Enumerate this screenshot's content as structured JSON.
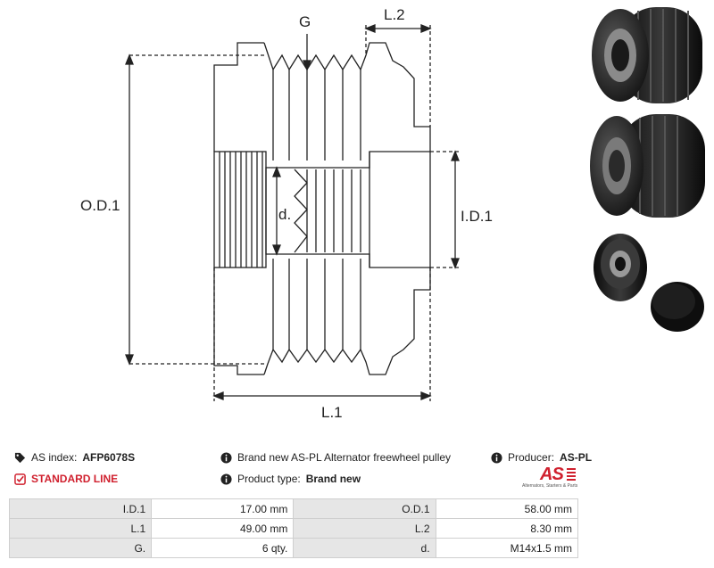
{
  "drawing": {
    "labels": {
      "od": "O.D.1",
      "id": "I.D.1",
      "l1": "L.1",
      "l2": "L.2",
      "g": "G",
      "d": "d."
    }
  },
  "photos": [
    {
      "name": "pulley-front-photo"
    },
    {
      "name": "pulley-back-photo"
    },
    {
      "name": "pulley-with-cap-photo"
    }
  ],
  "info": {
    "as_index_label": "AS index:",
    "as_index_value": "AFP6078S",
    "line_label": "STANDARD LINE",
    "description": "Brand new AS-PL Alternator freewheel pulley",
    "product_type_label": "Product type:",
    "product_type_value": "Brand new",
    "producer_label": "Producer:",
    "producer_value": "AS-PL",
    "logo_text": "AS",
    "logo_tagline": "Alternators, Starters & Parts"
  },
  "params": [
    [
      {
        "k": "I.D.1",
        "v": "17.00 mm"
      },
      {
        "k": "O.D.1",
        "v": "58.00 mm"
      }
    ],
    [
      {
        "k": "L.1",
        "v": "49.00 mm"
      },
      {
        "k": "L.2",
        "v": "8.30 mm"
      }
    ],
    [
      {
        "k": "G.",
        "v": "6 qty."
      },
      {
        "k": "d.",
        "v": "M14x1.5 mm"
      }
    ]
  ],
  "colors": {
    "accent": "#d0202e",
    "line": "#222222"
  }
}
